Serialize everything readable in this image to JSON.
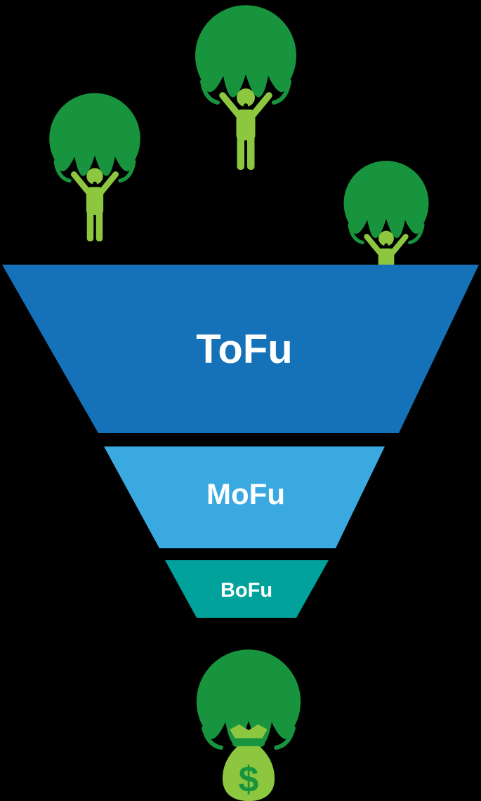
{
  "background": {
    "color": "#000000"
  },
  "funnel": {
    "label_color": "#FFFFFF",
    "stages": [
      {
        "label": "ToFu",
        "color": "#1571B8"
      },
      {
        "label": "MoFu",
        "color": "#3AA9E0"
      },
      {
        "label": "BoFu",
        "color": "#00A29B"
      }
    ]
  },
  "figures": {
    "canopy_color": "#17943D",
    "person_color": "#8DC63F",
    "money_bag": {
      "dollar_sign": "$",
      "bag_color": "#8DC63F",
      "band_color": "#17943D"
    }
  }
}
